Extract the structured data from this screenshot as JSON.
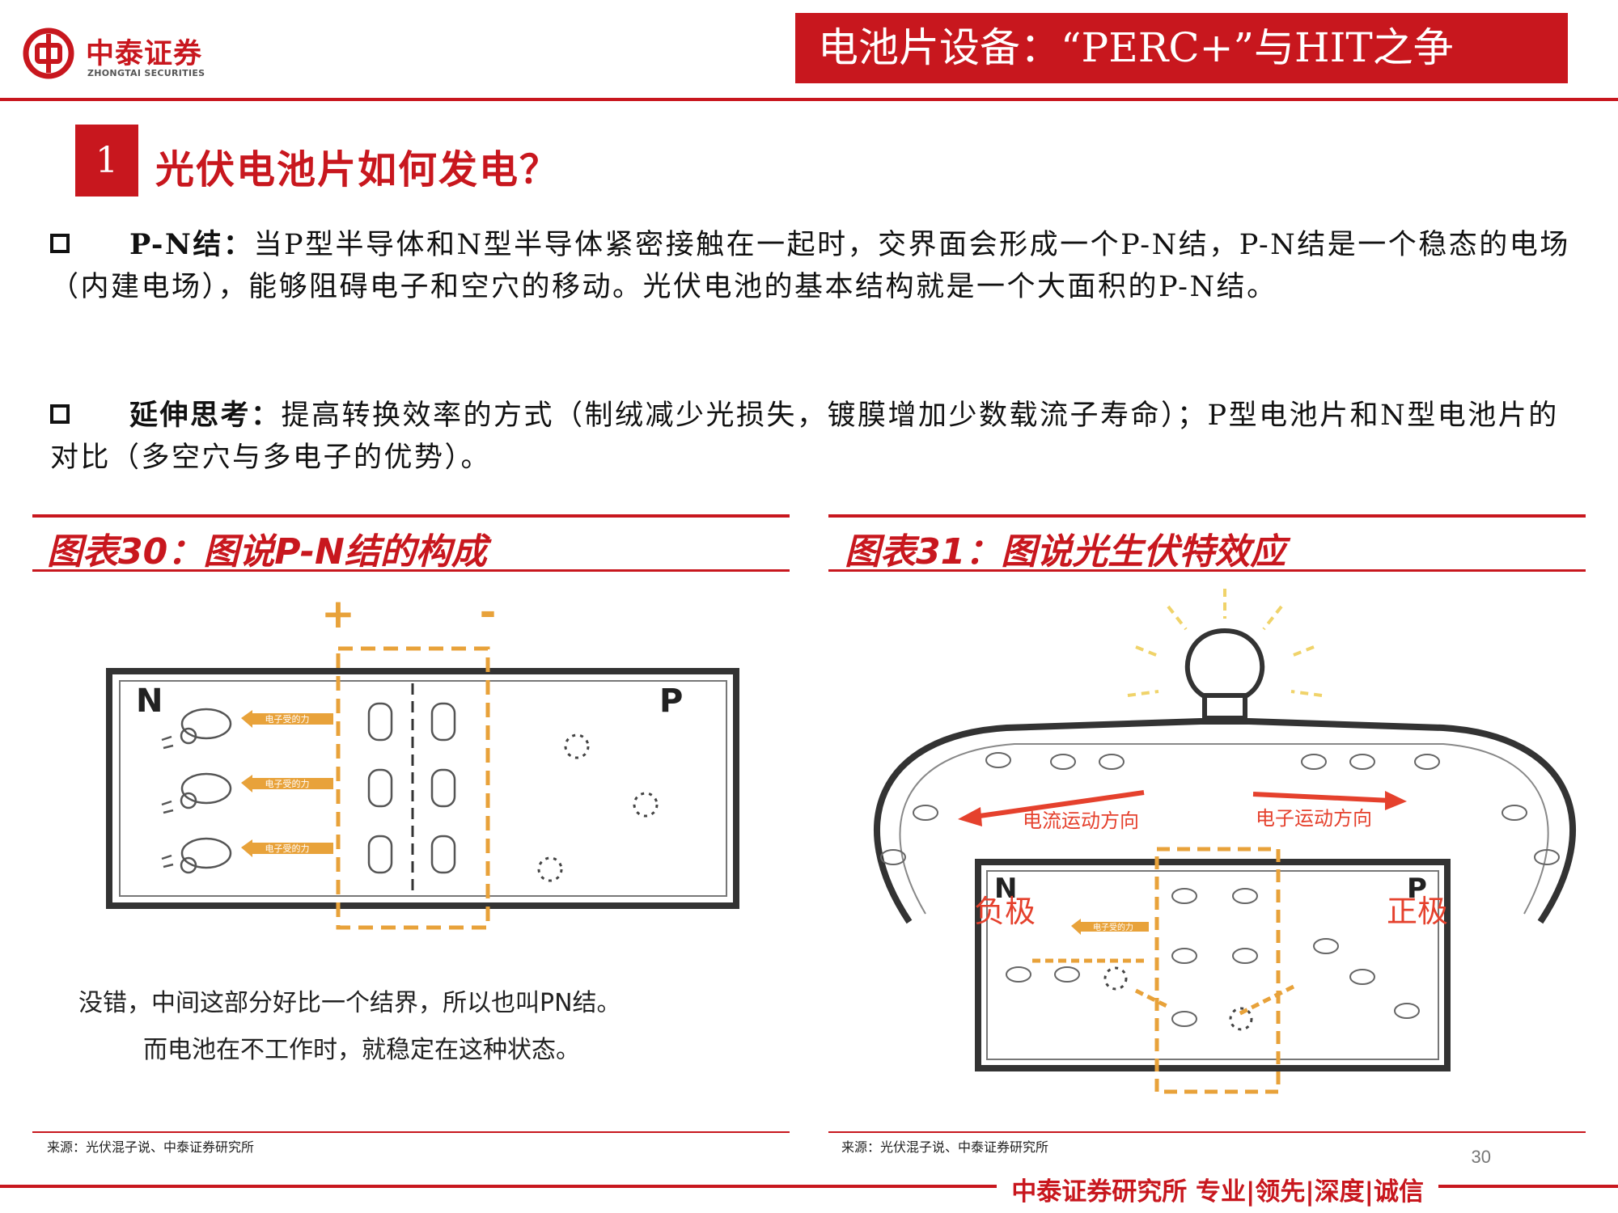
{
  "header": {
    "logo_cn": "中泰证券",
    "logo_en": "ZHONGTAI SECURITIES",
    "title": "电池片设备：“PERC+”与HIT之争"
  },
  "section": {
    "number": "1",
    "title": "光伏电池片如何发电？"
  },
  "paragraphs": [
    {
      "keyword": "P-N结：",
      "text": "当P型半导体和N型半导体紧密接触在一起时，交界面会形成一个P-N结，P-N结是一个稳态的电场（内建电场），能够阻碍电子和空穴的移动。光伏电池的基本结构就是一个大面积的P-N结。"
    },
    {
      "keyword": "延伸思考：",
      "text": "提高转换效率的方式（制绒减少光损失，镀膜增加少数载流子寿命）；P型电池片和N型电池片的对比（多空穴与多电子的优势）。"
    }
  ],
  "figures": [
    {
      "title": "图表30：图说P-N结的构成",
      "source": "来源：光伏混子说、中泰证券研究所",
      "labels": {
        "plus": "+",
        "minus": "-",
        "n": "N",
        "p": "P",
        "force": "电子受的力"
      },
      "caption_line1": "没错，中间这部分好比一个结界，所以也叫PN结。",
      "caption_line2": "而电池在不工作时，就稳定在这种状态。"
    },
    {
      "title": "图表31：图说光生伏特效应",
      "source": "来源：光伏混子说、中泰证券研究所",
      "labels": {
        "n": "N",
        "p": "P",
        "current": "电流运动方向",
        "electron": "电子运动方向",
        "negative": "负极",
        "positive": "正极",
        "force": "电子受的力"
      }
    }
  ],
  "footer": {
    "page": "30",
    "text": "中泰证券研究所 专业|领先|深度|诚信"
  },
  "colors": {
    "brand_red": "#c8171e",
    "dashed_orange": "#e8a23a",
    "arrow_red": "#e5412d"
  }
}
